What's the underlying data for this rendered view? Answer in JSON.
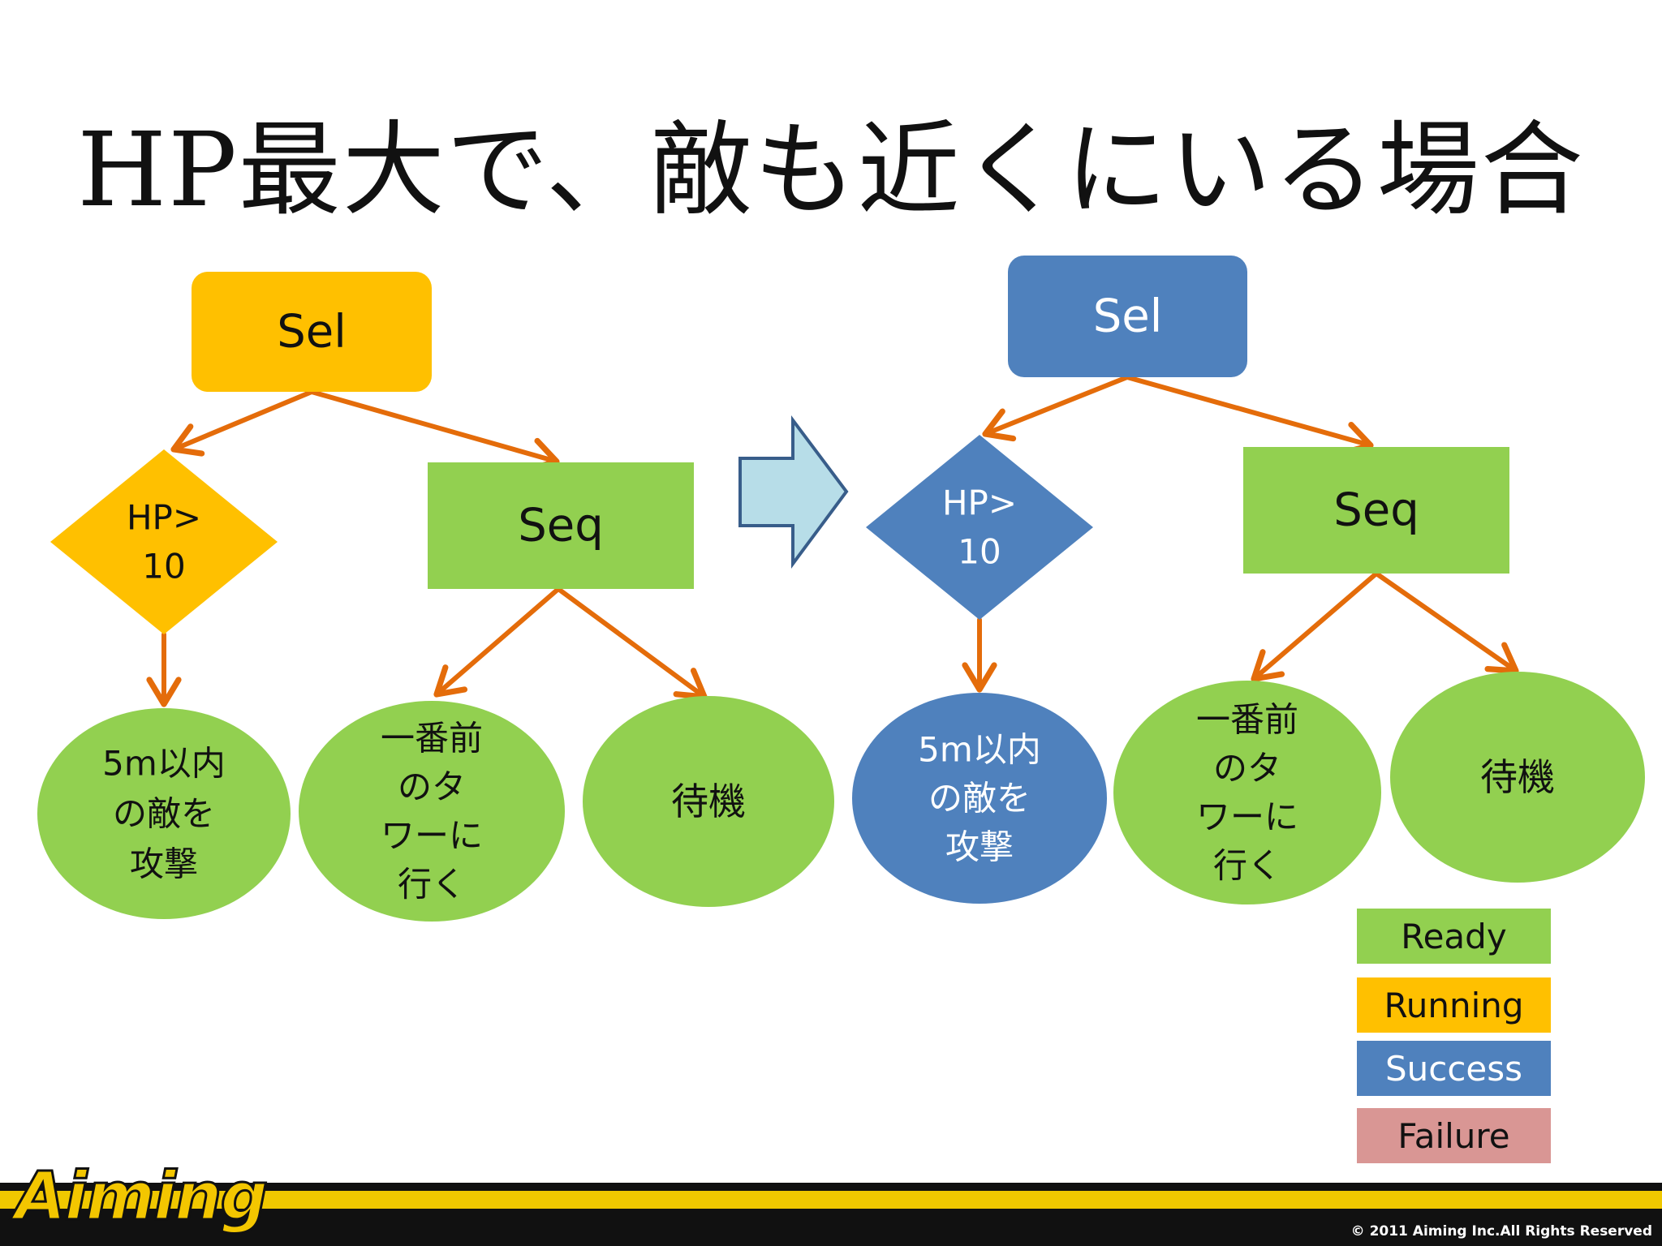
{
  "slide": {
    "title": "HP最大で、敵も近くにいる場合",
    "copyright": "© 2011 Aiming Inc.All Rights Reserved",
    "logo_text": "Aiming"
  },
  "colors": {
    "ready": "#92d050",
    "running": "#ffc000",
    "success": "#4f81bd",
    "failure": "#d99694",
    "arrow": "#e46c0a",
    "transition_arrow_fill": "#b7dde8",
    "transition_arrow_stroke": "#385d8a"
  },
  "trees": [
    {
      "sel": {
        "label": "Sel",
        "state": "running"
      },
      "cond": {
        "lines": [
          "HP>",
          "10"
        ],
        "state": "running"
      },
      "seq": {
        "label": "Seq",
        "state": "ready"
      },
      "attack": {
        "lines": [
          "5m以内",
          "の敵を",
          "攻撃"
        ],
        "state": "ready"
      },
      "tower": {
        "lines": [
          "一番前",
          "のタ",
          "ワーに",
          "行く"
        ],
        "state": "ready"
      },
      "wait": {
        "lines": [
          "待機"
        ],
        "state": "ready"
      }
    },
    {
      "sel": {
        "label": "Sel",
        "state": "success"
      },
      "cond": {
        "lines": [
          "HP>",
          "10"
        ],
        "state": "success"
      },
      "seq": {
        "label": "Seq",
        "state": "ready"
      },
      "attack": {
        "lines": [
          "5m以内",
          "の敵を",
          "攻撃"
        ],
        "state": "success"
      },
      "tower": {
        "lines": [
          "一番前",
          "のタ",
          "ワーに",
          "行く"
        ],
        "state": "ready"
      },
      "wait": {
        "lines": [
          "待機"
        ],
        "state": "ready"
      }
    }
  ],
  "legend": [
    {
      "label": "Ready",
      "state": "ready"
    },
    {
      "label": "Running",
      "state": "running"
    },
    {
      "label": "Success",
      "state": "success"
    },
    {
      "label": "Failure",
      "state": "failure"
    }
  ]
}
